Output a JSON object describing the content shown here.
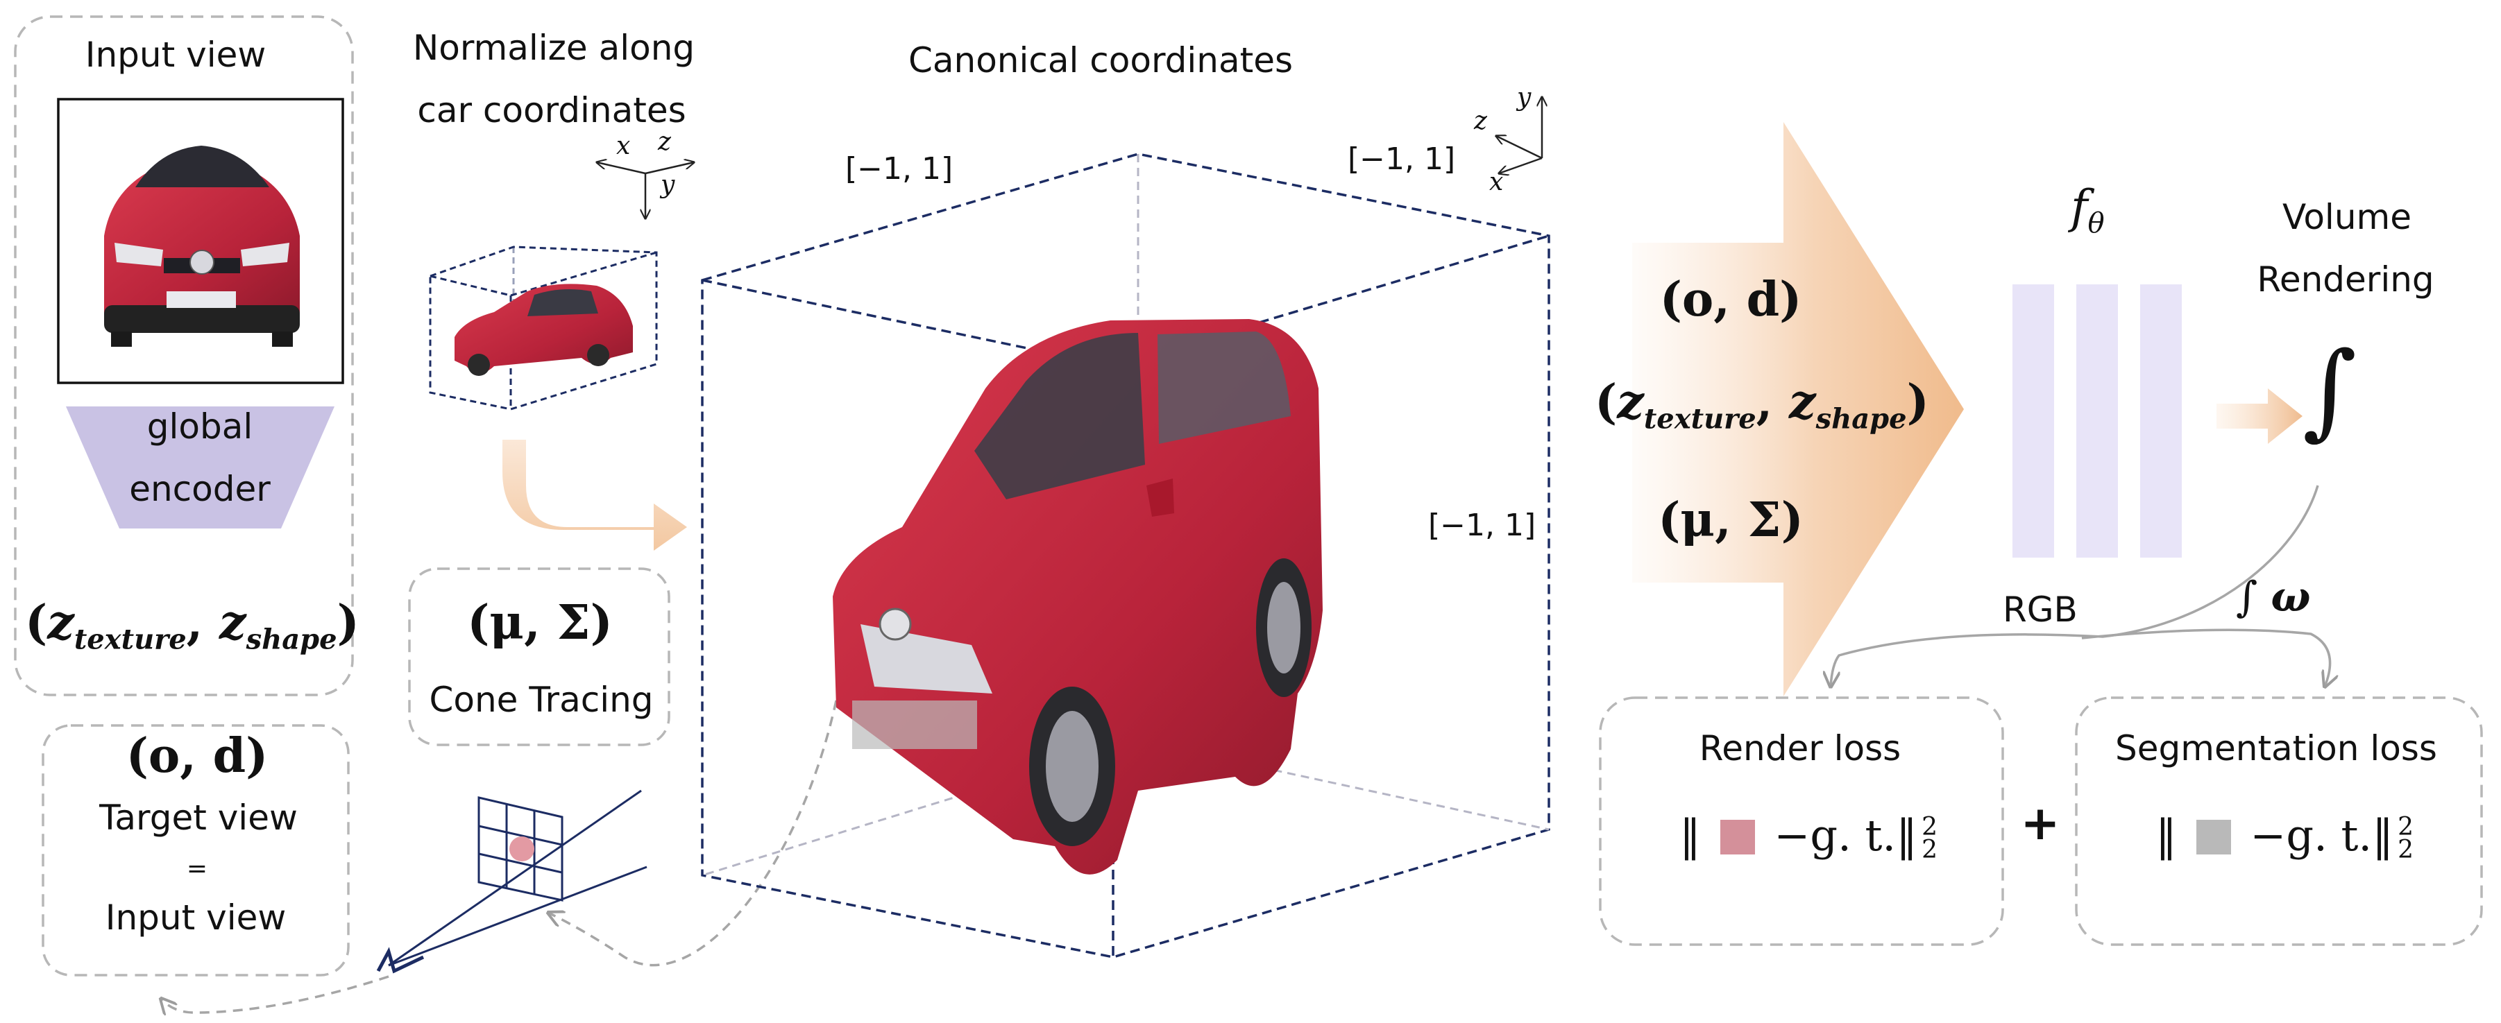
{
  "input_panel": {
    "title": "Input view",
    "encoder_line1": "global",
    "encoder_line2": "encoder",
    "latent_open": "(",
    "latent_z1": "z",
    "latent_sub1": "texture",
    "latent_sep": ", ",
    "latent_z2": "z",
    "latent_sub2": "shape",
    "latent_close": ")"
  },
  "normalize": {
    "line1": "Normalize along",
    "line2": "car coordinates",
    "axis_x": "x",
    "axis_y": "y",
    "axis_z": "z"
  },
  "cone": {
    "math": "(μ, Σ)",
    "label": "Cone Tracing"
  },
  "target_panel": {
    "math": "(o, d)",
    "line1": "Target view",
    "eq": "=",
    "line2": "Input view"
  },
  "canonical": {
    "title": "Canonical coordinates",
    "range_left": "[−1, 1]",
    "range_top_right": "[−1, 1]",
    "range_right": "[−1, 1]",
    "axis_x": "x",
    "axis_y": "y",
    "axis_z": "z"
  },
  "network_inputs": {
    "od": "(o, d)",
    "z_open": "(",
    "z1": "z",
    "sub1": "texture",
    "sep": ", ",
    "z2": "z",
    "sub2": "shape",
    "z_close": ")",
    "mu_sigma": "(μ, Σ)"
  },
  "mlp": {
    "f": "f",
    "theta": "θ"
  },
  "volume": {
    "line1": "Volume",
    "line2": "Rendering",
    "integral": "∫",
    "rgb": "RGB",
    "weights_int": "∫",
    "weights_omega": "ω"
  },
  "render_loss": {
    "title": "Render loss",
    "bar_left": "‖",
    "rest": " −g. t.",
    "bar_right": "‖",
    "sub": "2",
    "sup": "2",
    "swatch_color": "#d4909a"
  },
  "plus": "+",
  "seg_loss": {
    "title": "Segmentation loss",
    "bar_left": "‖",
    "rest": " −g. t.",
    "bar_right": "‖",
    "sub": "2",
    "sup": "2",
    "swatch_color": "#b9b9b9"
  },
  "colors": {
    "box_dash": "#b7b7b7",
    "cube_line": "#1c2c63",
    "arrow_fill": "#f3c9a2",
    "encoder_fill": "#c9c2e4",
    "mlp_fill": "#e8e4f8",
    "car_red": "#c6283c"
  }
}
